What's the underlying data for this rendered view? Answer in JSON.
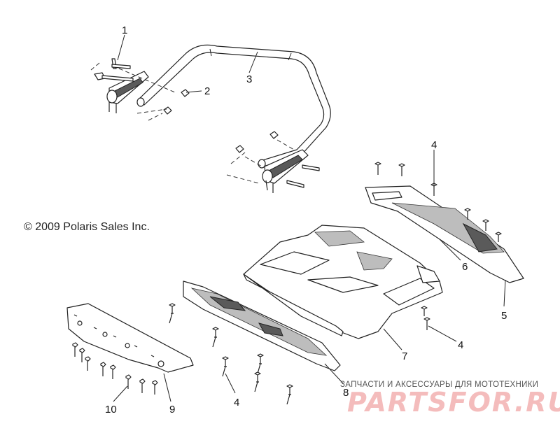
{
  "copyright": "© 2009 Polaris Sales Inc.",
  "watermark": {
    "subtitle": "ЗАПЧАСТИ И АКСЕССУАРЫ ДЛЯ МОТОТЕХНИКИ",
    "logo": "PARTSFOR.RU"
  },
  "callouts": [
    "1",
    "2",
    "3",
    "4",
    "5",
    "6",
    "7",
    "4",
    "8",
    "4",
    "9",
    "10"
  ],
  "colors": {
    "line": "#222222",
    "watermark_logo": "#f4bcbc",
    "background": "#ffffff"
  }
}
